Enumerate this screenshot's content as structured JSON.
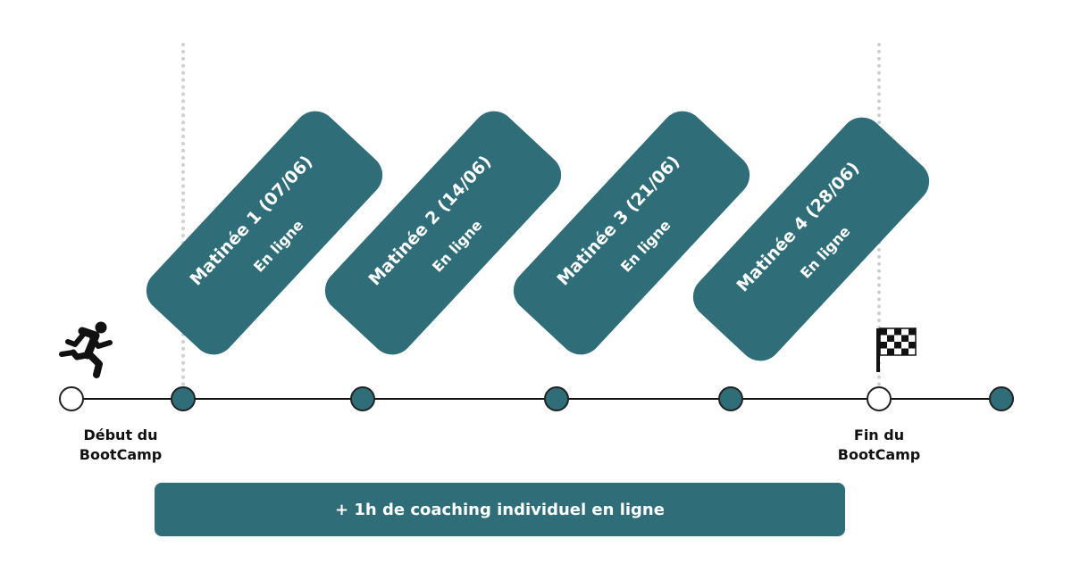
{
  "milestones": [
    {
      "title": "Matinée 1 (07/06)",
      "subtitle": "En ligne"
    },
    {
      "title": "Matinée 2 (14/06)",
      "subtitle": "En ligne"
    },
    {
      "title": "Matinée 3 (21/06)",
      "subtitle": "En ligne"
    },
    {
      "title": "Matinée 4 (28/06)",
      "subtitle": "En ligne"
    }
  ],
  "start": {
    "line1": "Début du",
    "line2": "BootCamp",
    "icon": "running-person-icon"
  },
  "end": {
    "line1": "Fin du",
    "line2": "BootCamp",
    "icon": "checkered-flag-icon"
  },
  "banner": {
    "label": "+ 1h de coaching individuel en ligne"
  },
  "colors": {
    "accent": "#2f6e78",
    "line": "#111111",
    "guide": "#d0d0d0"
  }
}
